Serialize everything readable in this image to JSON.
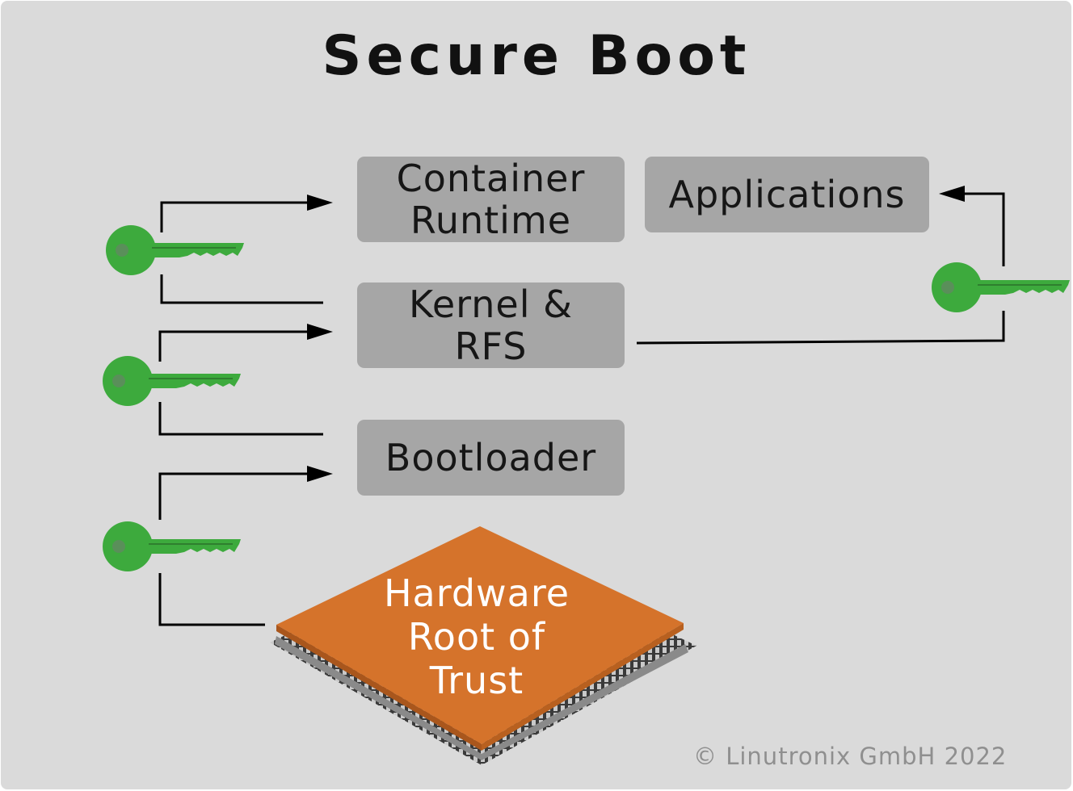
{
  "title": "Secure Boot",
  "boxes": {
    "container_runtime": "Container\nRuntime",
    "applications": "Applications",
    "kernel_rfs": "Kernel &\nRFS",
    "bootloader": "Bootloader"
  },
  "chip": {
    "label": "Hardware\nRoot of\nTrust"
  },
  "copyright": "© Linutronix GmbH 2022",
  "icons": [
    "key-icon",
    "chip-icon"
  ],
  "colors": {
    "background": "#dadada",
    "box": "#a6a6a6",
    "chip": "#d5732b",
    "key": "#3daa3d"
  }
}
